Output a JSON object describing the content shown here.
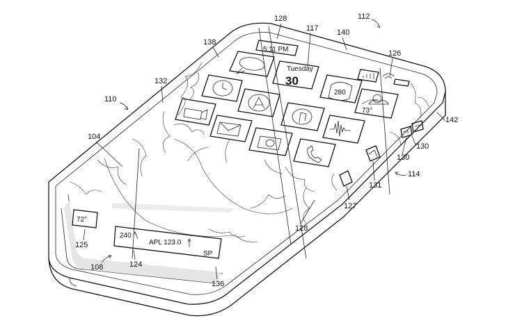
{
  "references": {
    "r128_top": "128",
    "r112": "112",
    "r117": "117",
    "r140": "140",
    "r138": "138",
    "r126": "126",
    "r110": "110",
    "r132": "132",
    "r142": "142",
    "r104": "104",
    "r130a": "130",
    "r130b": "130",
    "r114": "114",
    "r131": "131",
    "r127": "127",
    "r128_bottom": "128",
    "r125": "125",
    "r124": "124",
    "r108": "108",
    "r136": "136"
  },
  "screen": {
    "time": "5:11 PM",
    "day": "Tuesday",
    "date": "30",
    "highway": "280",
    "weather_temp": "73°"
  },
  "edge_strip": {
    "temp": "72°",
    "ticker_num": "240",
    "ticker": "APL 123.0",
    "sp": "SP"
  },
  "icons": [
    "message-bubble-icon",
    "calendar-icon",
    "clock-icon",
    "maps-highway-icon",
    "signal-bars-icon",
    "wifi-icon",
    "battery-icon",
    "app-store-icon",
    "weather-icon",
    "video-camera-icon",
    "music-note-icon",
    "mail-envelope-icon",
    "voice-memo-waveform-icon",
    "camera-icon",
    "phone-icon",
    "volume-button-icon",
    "side-button-icon"
  ]
}
